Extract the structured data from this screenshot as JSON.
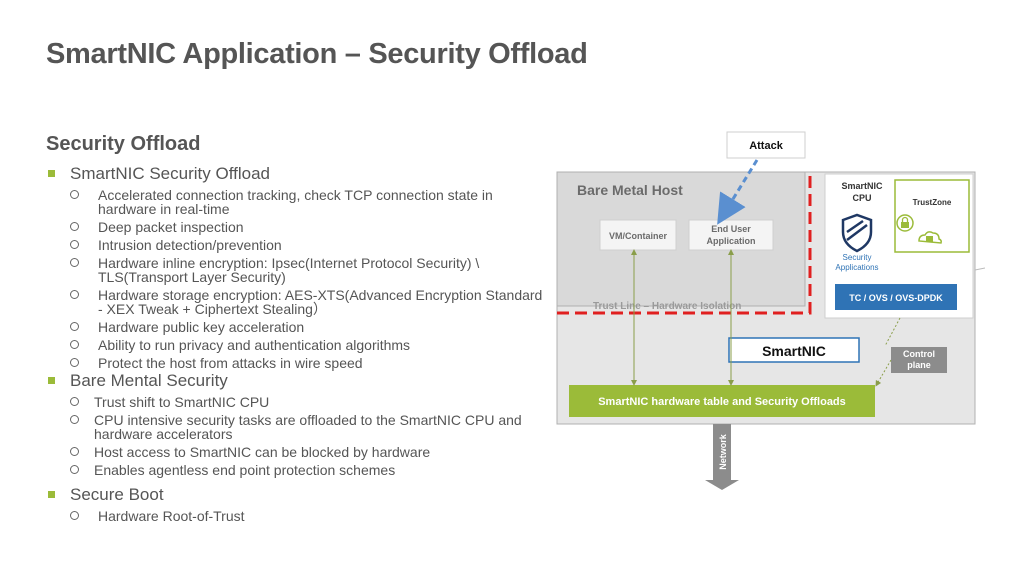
{
  "title": "SmartNIC Application – Security Offload",
  "section_heading": "Security Offload",
  "bullets": [
    {
      "text": "SmartNIC Security Offload",
      "children": [
        "Accelerated connection tracking, check TCP connection state in hardware in real-time",
        "Deep packet inspection",
        "Intrusion detection/prevention",
        "Hardware inline encryption: Ipsec(Internet Protocol Security) \\ TLS(Transport Layer Security)",
        "Hardware storage encryption: AES-XTS(Advanced Encryption Standard -  XEX Tweak + Ciphertext Stealing）",
        "Hardware public key acceleration",
        "Ability to run privacy and authentication algorithms",
        "Protect the host from attacks in wire speed"
      ]
    },
    {
      "text": "Bare Mental Security",
      "children": [
        "Trust shift to SmartNIC CPU",
        "CPU intensive security tasks are offloaded to the SmartNIC CPU and hardware accelerators",
        "Host access to SmartNIC can be blocked by hardware",
        "Enables agentless end point protection schemes"
      ]
    },
    {
      "text": "Secure Boot",
      "children": [
        "Hardware Root-of-Trust"
      ]
    }
  ],
  "diagram": {
    "attack": "Attack",
    "bare_metal_host": "Bare Metal Host",
    "vm_container": "VM/Container",
    "end_user_app_line1": "End User",
    "end_user_app_line2": "Application",
    "trust_line": "Trust Line – Hardware Isolation",
    "smartnic_cpu_line1": "SmartNIC",
    "smartnic_cpu_line2": "CPU",
    "trustzone": "TrustZone",
    "security_apps_line1": "Security",
    "security_apps_line2": "Applications",
    "tc_ovs": "TC / OVS / OVS-DPDK",
    "smartnic": "SmartNIC",
    "control_plane_line1": "Control",
    "control_plane_line2": "plane",
    "hw_table": "SmartNIC hardware table and Security Offloads",
    "network": "Network",
    "colors": {
      "green": "#9bbb39",
      "blue": "#2f73b5",
      "red": "#e02020",
      "gray_box": "#d9d9d9"
    }
  }
}
